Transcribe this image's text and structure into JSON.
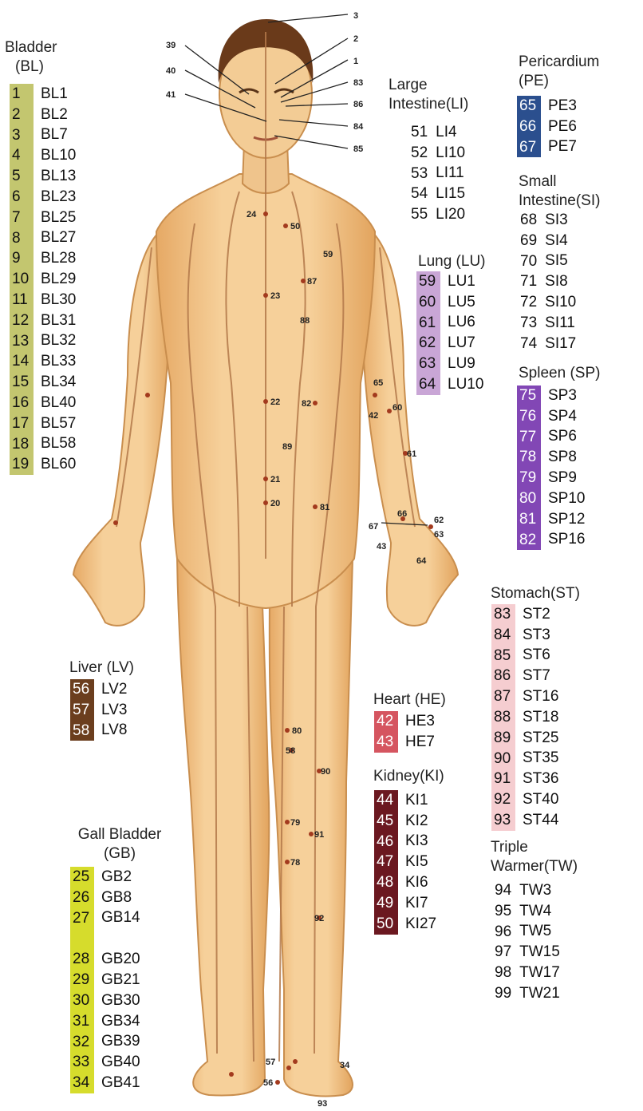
{
  "colors": {
    "bladder": "#c3c66f",
    "pericardium": "#2b4f8e",
    "lung": "#c9a6d6",
    "spleen": "#8247b5",
    "liver": "#6b3e1e",
    "heart": "#d55560",
    "kidney": "#6b1820",
    "stomach": "#f5cdd0",
    "gall_bladder": "#d6dc2c",
    "skin": "#f0c489",
    "skin_shadow": "#d9a260",
    "meridian": "#b3784a",
    "hair": "#6a3a1a"
  },
  "groups": {
    "bladder": {
      "title_lines": [
        "Bladder",
        "(BL)"
      ],
      "items": [
        {
          "num": "1",
          "code": "BL1"
        },
        {
          "num": "2",
          "code": "BL2"
        },
        {
          "num": "3",
          "code": "BL7"
        },
        {
          "num": "4",
          "code": "BL10"
        },
        {
          "num": "5",
          "code": "BL13"
        },
        {
          "num": "6",
          "code": "BL23"
        },
        {
          "num": "7",
          "code": "BL25"
        },
        {
          "num": "8",
          "code": "BL27"
        },
        {
          "num": "9",
          "code": "BL28"
        },
        {
          "num": "10",
          "code": "BL29"
        },
        {
          "num": "11",
          "code": "BL30"
        },
        {
          "num": "12",
          "code": "BL31"
        },
        {
          "num": "13",
          "code": "BL32"
        },
        {
          "num": "14",
          "code": "BL33"
        },
        {
          "num": "15",
          "code": "BL34"
        },
        {
          "num": "16",
          "code": "BL40"
        },
        {
          "num": "17",
          "code": "BL57"
        },
        {
          "num": "18",
          "code": "BL58"
        },
        {
          "num": "19",
          "code": "BL60"
        }
      ]
    },
    "large_intestine": {
      "title_lines": [
        "Large",
        "Intestine(LI)"
      ],
      "items": [
        {
          "num": "51",
          "code": "LI4"
        },
        {
          "num": "52",
          "code": "LI10"
        },
        {
          "num": "53",
          "code": "LI11"
        },
        {
          "num": "54",
          "code": "LI15"
        },
        {
          "num": "55",
          "code": "LI20"
        }
      ]
    },
    "pericardium": {
      "title_lines": [
        "Pericardium",
        "(PE)"
      ],
      "items": [
        {
          "num": "65",
          "code": "PE3"
        },
        {
          "num": "66",
          "code": "PE6"
        },
        {
          "num": "67",
          "code": "PE7"
        }
      ]
    },
    "small_intestine": {
      "title_lines": [
        "Small",
        "Intestine(SI)"
      ],
      "items": [
        {
          "num": "68",
          "code": "SI3"
        },
        {
          "num": "69",
          "code": "SI4"
        },
        {
          "num": "70",
          "code": "SI5"
        },
        {
          "num": "71",
          "code": "SI8"
        },
        {
          "num": "72",
          "code": "SI10"
        },
        {
          "num": "73",
          "code": "SI11"
        },
        {
          "num": "74",
          "code": "SI17"
        }
      ]
    },
    "lung": {
      "title_lines": [
        "Lung (LU)"
      ],
      "items": [
        {
          "num": "59",
          "code": "LU1"
        },
        {
          "num": "60",
          "code": "LU5"
        },
        {
          "num": "61",
          "code": "LU6"
        },
        {
          "num": "62",
          "code": "LU7"
        },
        {
          "num": "63",
          "code": "LU9"
        },
        {
          "num": "64",
          "code": "LU10"
        }
      ]
    },
    "spleen": {
      "title_lines": [
        "Spleen (SP)"
      ],
      "items": [
        {
          "num": "75",
          "code": "SP3"
        },
        {
          "num": "76",
          "code": "SP4"
        },
        {
          "num": "77",
          "code": "SP6"
        },
        {
          "num": "78",
          "code": "SP8"
        },
        {
          "num": "79",
          "code": "SP9"
        },
        {
          "num": "80",
          "code": "SP10"
        },
        {
          "num": "81",
          "code": "SP12"
        },
        {
          "num": "82",
          "code": "SP16"
        }
      ]
    },
    "stomach": {
      "title_lines": [
        "Stomach(ST)"
      ],
      "items": [
        {
          "num": "83",
          "code": "ST2"
        },
        {
          "num": "84",
          "code": "ST3"
        },
        {
          "num": "85",
          "code": "ST6"
        },
        {
          "num": "86",
          "code": "ST7"
        },
        {
          "num": "87",
          "code": "ST16"
        },
        {
          "num": "88",
          "code": "ST18"
        },
        {
          "num": "89",
          "code": "ST25"
        },
        {
          "num": "90",
          "code": "ST35"
        },
        {
          "num": "91",
          "code": "ST36"
        },
        {
          "num": "92",
          "code": "ST40"
        },
        {
          "num": "93",
          "code": "ST44"
        }
      ]
    },
    "liver": {
      "title_lines": [
        "Liver (LV)"
      ],
      "items": [
        {
          "num": "56",
          "code": "LV2"
        },
        {
          "num": "57",
          "code": "LV3"
        },
        {
          "num": "58",
          "code": "LV8"
        }
      ]
    },
    "heart": {
      "title_lines": [
        "Heart (HE)"
      ],
      "items": [
        {
          "num": "42",
          "code": "HE3"
        },
        {
          "num": "43",
          "code": "HE7"
        }
      ]
    },
    "kidney": {
      "title_lines": [
        "Kidney(KI)"
      ],
      "items": [
        {
          "num": "44",
          "code": "KI1"
        },
        {
          "num": "45",
          "code": "KI2"
        },
        {
          "num": "46",
          "code": "KI3"
        },
        {
          "num": "47",
          "code": "KI5"
        },
        {
          "num": "48",
          "code": "KI6"
        },
        {
          "num": "49",
          "code": "KI7"
        },
        {
          "num": "50",
          "code": "KI27"
        }
      ]
    },
    "gall_bladder": {
      "title_lines": [
        "Gall Bladder",
        "(GB)"
      ],
      "items": [
        {
          "num": "25",
          "code": "GB2"
        },
        {
          "num": "26",
          "code": "GB8"
        },
        {
          "num": "27",
          "code": "GB14"
        },
        {
          "num": "28",
          "code": "GB20"
        },
        {
          "num": "29",
          "code": "GB21"
        },
        {
          "num": "30",
          "code": "GB30"
        },
        {
          "num": "31",
          "code": "GB34"
        },
        {
          "num": "32",
          "code": "GB39"
        },
        {
          "num": "33",
          "code": "GB40"
        },
        {
          "num": "34",
          "code": "GB41"
        }
      ]
    },
    "triple_warmer": {
      "title_lines": [
        "Triple",
        "Warmer(TW)"
      ],
      "items": [
        {
          "num": "94",
          "code": "TW3"
        },
        {
          "num": "95",
          "code": "TW4"
        },
        {
          "num": "96",
          "code": "TW5"
        },
        {
          "num": "97",
          "code": "TW15"
        },
        {
          "num": "98",
          "code": "TW17"
        },
        {
          "num": "99",
          "code": "TW21"
        }
      ]
    }
  },
  "body_labels": [
    "3",
    "2",
    "1",
    "39",
    "40",
    "41",
    "83",
    "86",
    "84",
    "85",
    "24",
    "50",
    "59",
    "87",
    "23",
    "88",
    "22",
    "82",
    "89",
    "21",
    "20",
    "81",
    "65",
    "42",
    "60",
    "61",
    "66",
    "62",
    "67",
    "63",
    "43",
    "64",
    "80",
    "58",
    "90",
    "79",
    "91",
    "78",
    "92",
    "34",
    "57",
    "56",
    "93"
  ]
}
